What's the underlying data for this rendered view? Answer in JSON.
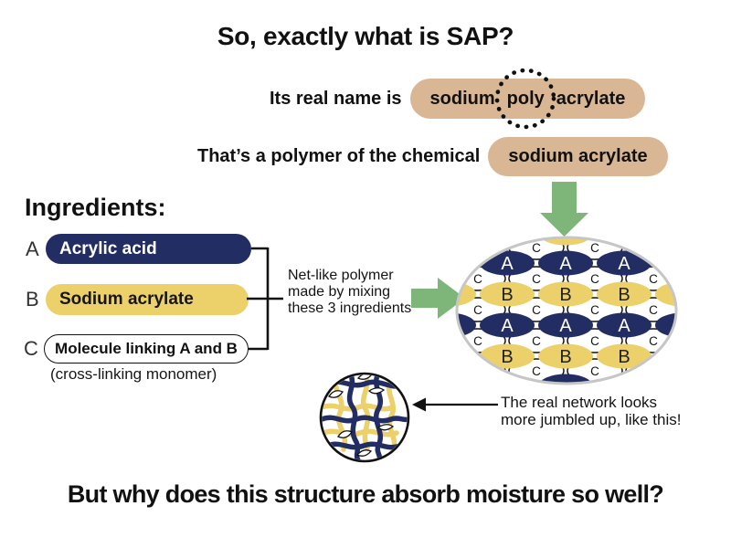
{
  "title": "So, exactly what is SAP?",
  "real_name": {
    "prefix": "Its real name is",
    "pill_words": [
      "sodium",
      "poly",
      "acrylate"
    ],
    "circled_word": "poly"
  },
  "polymer_line": {
    "prefix": "That’s a polymer of the chemical",
    "pill_text": "sodium acrylate"
  },
  "ingredients": {
    "heading": "Ingredients:",
    "items": [
      {
        "key": "A",
        "label": "Acrylic acid"
      },
      {
        "key": "B",
        "label": "Sodium acrylate"
      },
      {
        "key": "C",
        "label": "Molecule linking A and B",
        "caption": "(cross-linking monomer)"
      }
    ]
  },
  "net_note": {
    "lines": [
      "Net-like polymer",
      "made by mixing",
      "these 3 ingredients"
    ]
  },
  "network": {
    "labels": {
      "a": "A",
      "b": "B",
      "c": "C"
    }
  },
  "jumbled_note": {
    "lines": [
      "The real network looks",
      "more jumbled up, like this!"
    ]
  },
  "bottom_question": "But why does this structure absorb moisture so well?",
  "colors": {
    "navy": "#222d63",
    "gold": "#ecd069",
    "tan": "#d9b795",
    "green": "#7db678",
    "ink": "#111111",
    "gray": "#c6c6c6"
  }
}
